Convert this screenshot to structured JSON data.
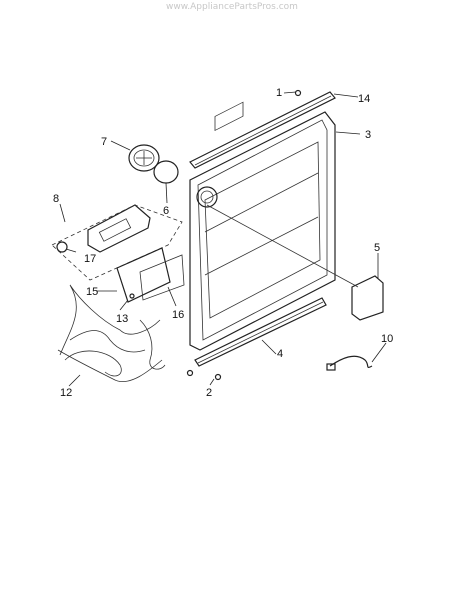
{
  "watermark": "www.AppliancePartsPros.com",
  "callouts": {
    "c1": "1",
    "c2": "2",
    "c3": "3",
    "c4": "4",
    "c5": "5",
    "c6": "6",
    "c7": "7",
    "c8": "8",
    "c10": "10",
    "c12": "12",
    "c13": "13",
    "c14": "14",
    "c15": "15",
    "c16": "16",
    "c17": "17"
  }
}
